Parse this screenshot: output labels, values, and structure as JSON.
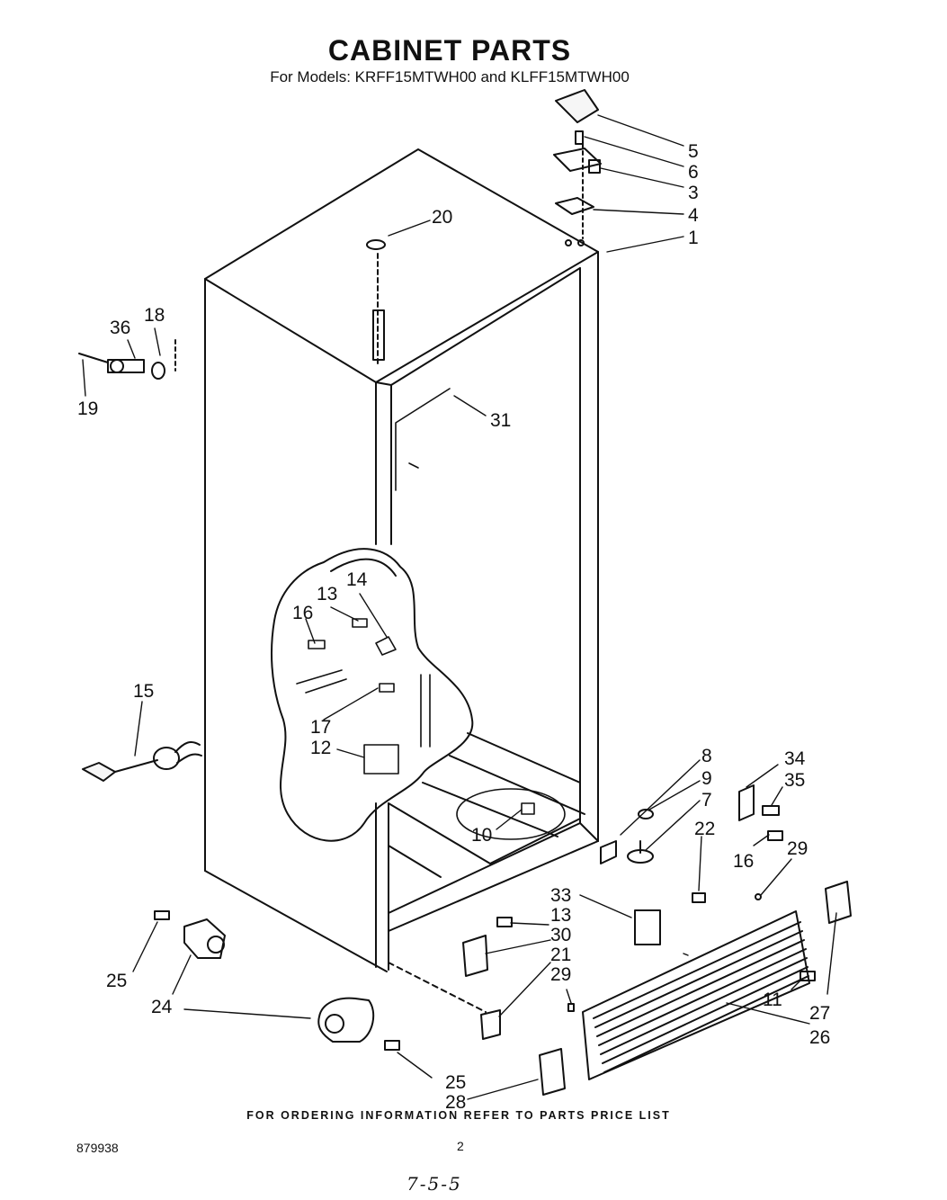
{
  "title": "CABINET PARTS",
  "subtitle": "For Models: KRFF15MTWH00 and KLFF15MTWH00",
  "footer": "FOR ORDERING INFORMATION REFER TO PARTS PRICE LIST",
  "doc_number": "879938",
  "page_number": "2",
  "handwritten_note": "7-5-5",
  "callouts": [
    "5",
    "6",
    "3",
    "4",
    "1",
    "20",
    "18",
    "36",
    "19",
    "31",
    "14",
    "13",
    "16",
    "15",
    "17",
    "12",
    "8",
    "9",
    "7",
    "34",
    "35",
    "22",
    "16",
    "29",
    "10",
    "33",
    "13",
    "30",
    "21",
    "29",
    "25",
    "24",
    "11",
    "27",
    "26",
    "25",
    "28"
  ]
}
